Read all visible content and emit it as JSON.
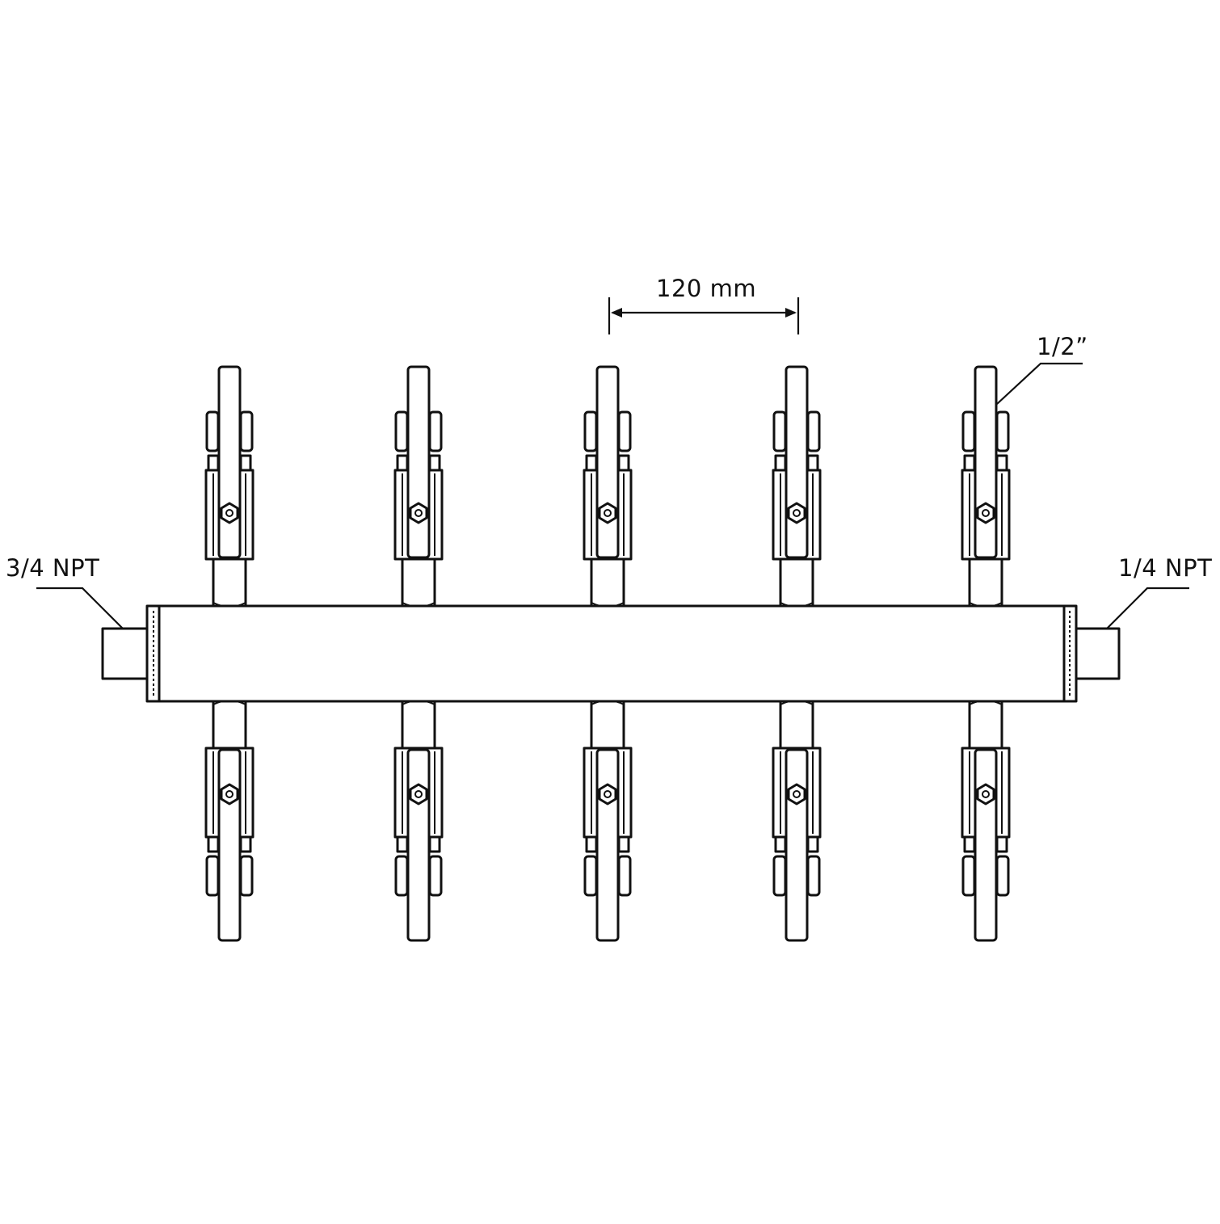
{
  "labels": {
    "spacing": "120 mm",
    "inlet": "3/4 NPT",
    "outlet": "1/4 NPT",
    "branch": "1/2”"
  },
  "colors": {
    "line": "#111111",
    "background": "#ffffff"
  },
  "manifold": {
    "ports_per_side": 5,
    "sides": [
      "top",
      "bottom"
    ]
  }
}
